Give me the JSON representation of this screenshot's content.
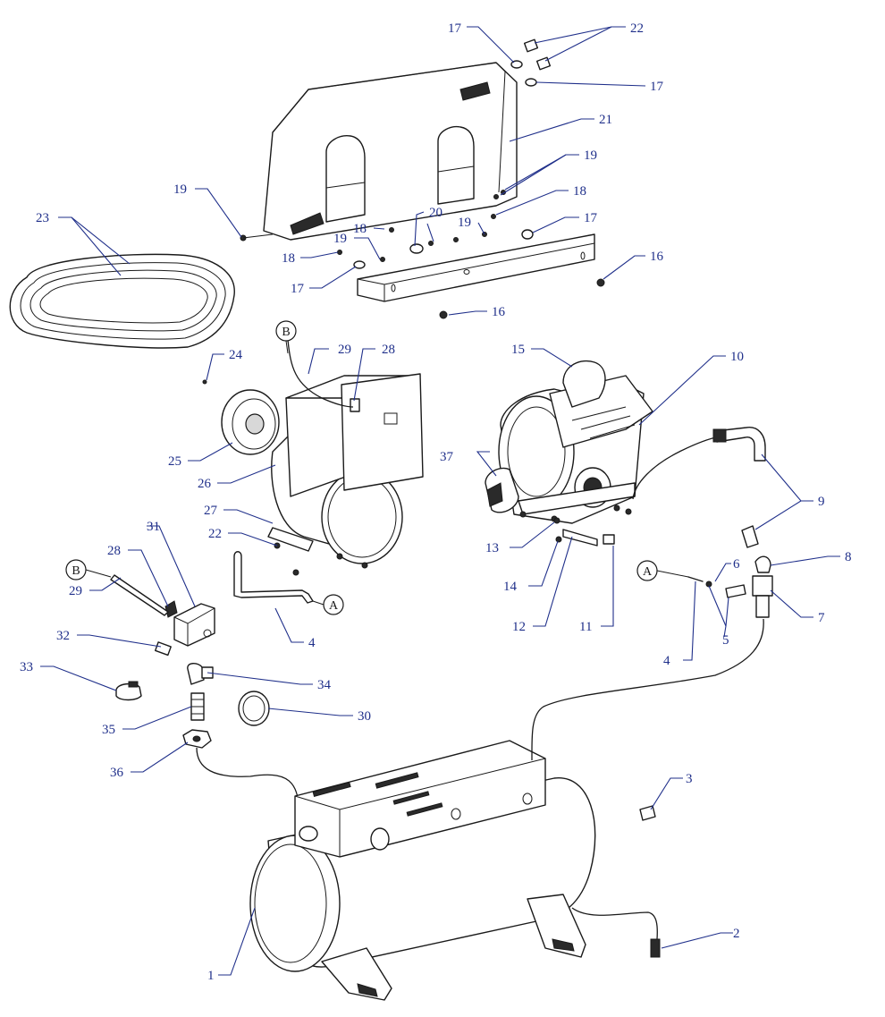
{
  "callouts": {
    "c1": "1",
    "c2": "2",
    "c3": "3",
    "c4a": "4",
    "c4b": "4",
    "c5": "5",
    "c6": "6",
    "c7": "7",
    "c8": "8",
    "c9": "9",
    "c10": "10",
    "c11": "11",
    "c12": "12",
    "c13": "13",
    "c14": "14",
    "c15": "15",
    "c16a": "16",
    "c16b": "16",
    "c17a": "17",
    "c17b": "17",
    "c17c": "17",
    "c17d": "17",
    "c18a": "18",
    "c18b": "18",
    "c18c": "18",
    "c19a": "19",
    "c19b": "19",
    "c19c": "19",
    "c19d": "19",
    "c20": "20",
    "c21": "21",
    "c22a": "22",
    "c22b": "22",
    "c23": "23",
    "c24": "24",
    "c25": "25",
    "c26": "26",
    "c27": "27",
    "c28a": "28",
    "c28b": "28",
    "c29a": "29",
    "c29b": "29",
    "c30": "30",
    "c31": "31",
    "c32": "32",
    "c33": "33",
    "c34": "34",
    "c35": "35",
    "c36": "36",
    "c37": "37"
  },
  "references": {
    "refA1": "A",
    "refA2": "A",
    "refB1": "B",
    "refB2": "B"
  }
}
